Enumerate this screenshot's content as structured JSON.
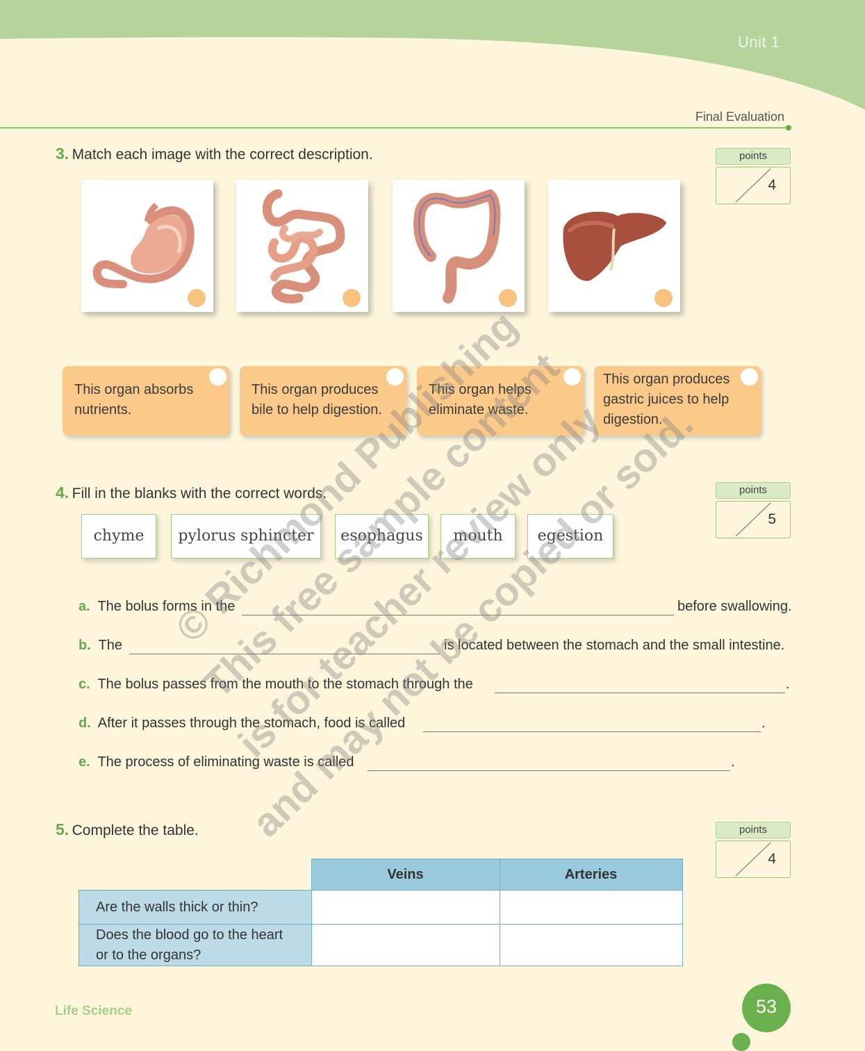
{
  "header": {
    "unit": "Unit 1",
    "section": "Final Evaluation"
  },
  "q3": {
    "number": "3.",
    "text": "Match each image with the correct description.",
    "points_label": "points",
    "points_total": "4",
    "images": [
      {
        "organ": "stomach"
      },
      {
        "organ": "small-intestine"
      },
      {
        "organ": "large-intestine"
      },
      {
        "organ": "liver"
      }
    ],
    "descriptions": [
      "This organ absorbs nutrients.",
      "This organ produces bile to help digestion.",
      "This organ helps eliminate waste.",
      "This organ produces gastric juices to help digestion."
    ]
  },
  "q4": {
    "number": "4.",
    "text": "Fill in the blanks with the correct words.",
    "points_label": "points",
    "points_total": "5",
    "words": [
      "chyme",
      "pylorus sphincter",
      "esophagus",
      "mouth",
      "egestion"
    ],
    "sentences": [
      {
        "letter": "a.",
        "before": "The bolus forms in the",
        "after": "before swallowing."
      },
      {
        "letter": "b.",
        "before": "The",
        "after": "is located between the stomach and the small intestine."
      },
      {
        "letter": "c.",
        "before": "The bolus passes from the mouth to the stomach through the",
        "after": "."
      },
      {
        "letter": "d.",
        "before": "After it passes through the stomach, food is called",
        "after": "."
      },
      {
        "letter": "e.",
        "before": "The process of eliminating waste is called",
        "after": "."
      }
    ]
  },
  "q5": {
    "number": "5.",
    "text": "Complete the table.",
    "points_label": "points",
    "points_total": "4",
    "columns": [
      "Veins",
      "Arteries"
    ],
    "rows": [
      "Are the walls thick or thin?",
      "Does the blood go to the heart or to the organs?"
    ]
  },
  "footer": {
    "subject": "Life Science",
    "page": "53"
  },
  "watermark": {
    "lines": [
      "© Richmond Publishing",
      "This free sample content",
      "is for teacher review only",
      "and may not be copied or sold."
    ]
  },
  "colors": {
    "accent_green": "#6aa84f",
    "band_green": "#b5d39a",
    "card_orange": "#fbc98a",
    "table_blue": "#99c9dc"
  }
}
